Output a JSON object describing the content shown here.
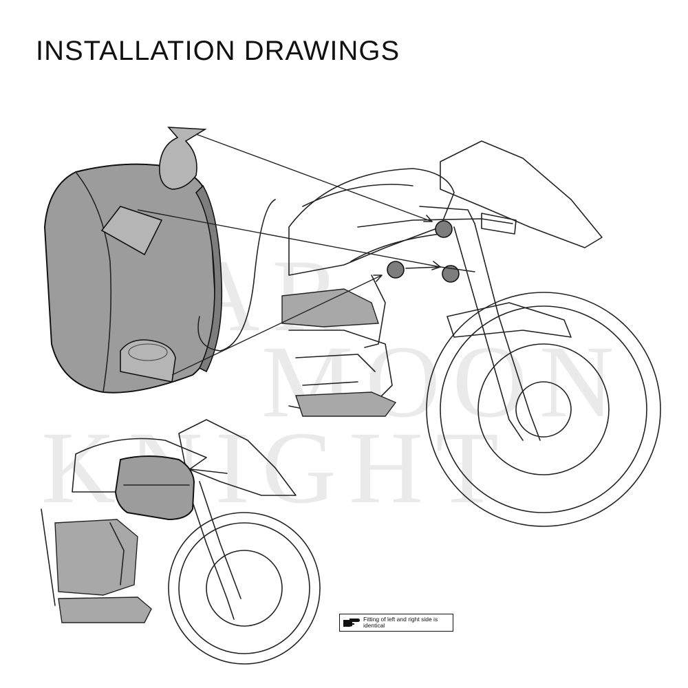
{
  "title": "INSTALLATION DRAWINGS",
  "watermark": {
    "line1": "STAR",
    "line2": "MOON",
    "line3": "KNIGHT"
  },
  "note": {
    "icon": "pointing-hand-icon",
    "text": "Fitting of left and right side is identical"
  },
  "colors": {
    "bag": "#9c9c9c",
    "line": "#222222",
    "watermark": "#d9d9d9"
  }
}
